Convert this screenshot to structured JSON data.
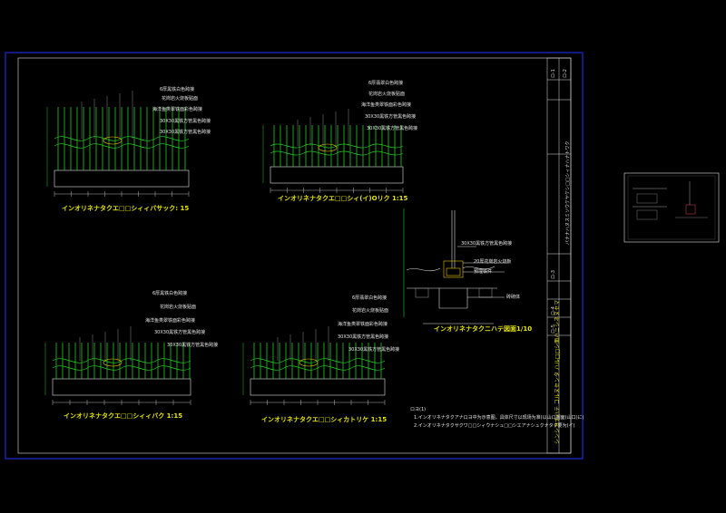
{
  "drawings": {
    "fence_top_left": {
      "title": "インオリネナタクエ□□シィィバサック: 15",
      "labels": [
        "6厚黑铁白色跨接",
        "花岗岩火烧板贴面",
        "海洋鱼类翠铁面彩色跨接",
        "30X30黑铁方管黑色跨接",
        "30X30黑铁方管黑色跨接"
      ]
    },
    "fence_top_right": {
      "title": "インオリネナタクエ□□シィ(イ)Oリク 1:15",
      "labels": [
        "6厚翡翠白色跨接",
        "花岗岩火烧板贴面",
        "海洋鱼类翠铁面彩色跨接",
        "30X30黑铁方管黑色跨接",
        "30X30黑铁方管黑色跨接"
      ]
    },
    "fence_bottom_left": {
      "title": "インオリネナタクエ□□シィィバク 1:15",
      "labels": [
        "6厚黑铁白色跨接",
        "花岗岩火烧板贴面",
        "海洋鱼类翠铁面彩色跨接",
        "30X30黑铁方管黑色跨接",
        "30X30黑铁方管黑色跨接"
      ]
    },
    "fence_bottom_mid": {
      "title": "インオリネナタクエ□□シィカトリケ 1:15",
      "labels": [
        "6厚翡翠白色跨接",
        "花岗岩火烧板贴面",
        "海洋鱼类翠铁面彩色跨接",
        "30X30黑铁方管黑色跨接",
        "30X30黑铁方管黑色跨接"
      ]
    },
    "section_detail": {
      "title": "インオリネナタクニハテ図面1/10",
      "labels": [
        "30X30黑铁方管黑色跨接",
        "20厚花岗岩火烧板",
        "预埋铁件",
        "砖砌体"
      ]
    }
  },
  "notes": {
    "heading": "ロヨ(1)",
    "lines": [
      "1.インオリネナタクアナロヨ中为示意图，具体尺寸以现场为准(以山ロ圖面(山口)に)",
      "2.インオリネナタクサクワ□□シィウナシュ□□シエアナシュクナタク要为(イ)"
    ]
  },
  "title_block": {
    "main_title": "シンシカナハテ コルヌセンタ ハル□□シ面ハニシネヌセマ",
    "sub_title": "バナナハヌスミソウケヤケシ□□シィナハナトワク",
    "cells": [
      "ロ-1",
      "ロ-2",
      "ロ-3",
      "ロ-4",
      "ロ-5"
    ]
  }
}
